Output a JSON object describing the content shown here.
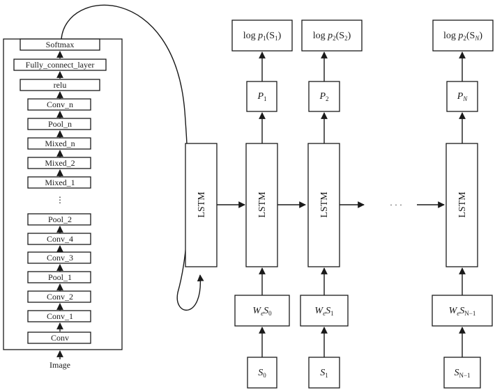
{
  "cnn": {
    "layers": [
      "Softmax",
      "Fully_connect_layer",
      "relu",
      "Conv_n",
      "Pool_n",
      "Mixed_n",
      "Mixed_2",
      "Mixed_1",
      "Pool_2",
      "Conv_4",
      "Conv_3",
      "Pool_1",
      "Conv_2",
      "Conv_1",
      "Conv"
    ],
    "ellipsis": "⋮",
    "input_label": "Image"
  },
  "lstm": {
    "cell_label": "LSTM",
    "ellipsis": "· · ·"
  },
  "steps": [
    {
      "out_pre": "log ",
      "out_var": "p",
      "out_sub": "1",
      "out_arg": "S",
      "out_arg_sub": "1",
      "prob_var": "P",
      "prob_sub": "1",
      "emb_var": "W",
      "emb_sub": "e",
      "emb_s": "S",
      "emb_s_sub": "0",
      "in_var": "S",
      "in_sub": "0"
    },
    {
      "out_pre": "log ",
      "out_var": "p",
      "out_sub": "2",
      "out_arg": "S",
      "out_arg_sub": "2",
      "prob_var": "P",
      "prob_sub": "2",
      "emb_var": "W",
      "emb_sub": "e",
      "emb_s": "S",
      "emb_s_sub": "1",
      "in_var": "S",
      "in_sub": "1"
    },
    {
      "out_pre": "log ",
      "out_var": "p",
      "out_sub": "2",
      "out_arg": "S",
      "out_arg_sub": "N",
      "prob_var": "P",
      "prob_sub": "N",
      "emb_var": "W",
      "emb_sub": "e",
      "emb_s": "S",
      "emb_s_sub": "N−1",
      "in_var": "S",
      "in_sub": "N−1"
    }
  ]
}
